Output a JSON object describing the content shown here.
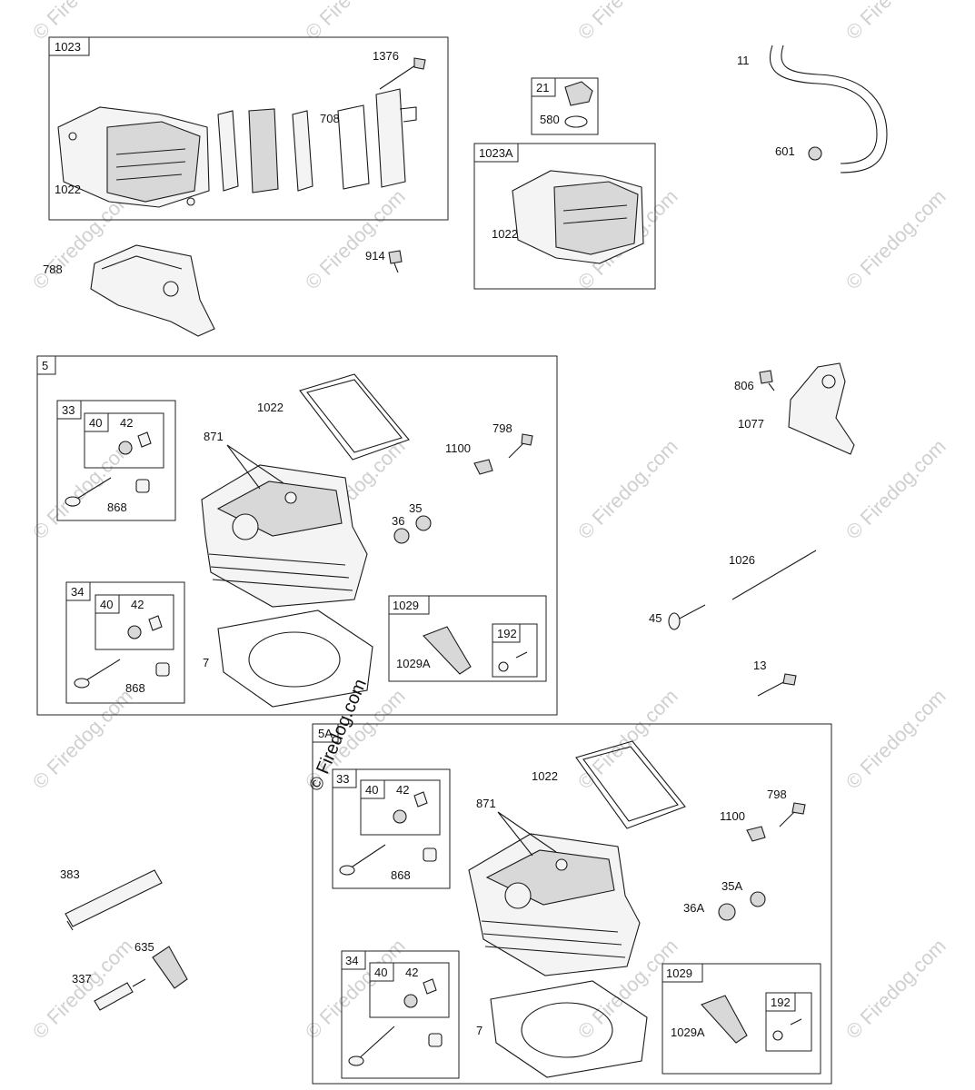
{
  "watermark": "© Firedog.com",
  "main_watermark": "© Firedog.com",
  "labels": {
    "box_1023": "1023",
    "p1376": "1376",
    "p708": "708",
    "p1022_a": "1022",
    "box_21": "21",
    "p580": "580",
    "box_1023A": "1023A",
    "p1022_b": "1022",
    "p11": "11",
    "p601": "601",
    "p788": "788",
    "p914": "914",
    "box_5": "5",
    "box_33_a": "33",
    "box_40_a": "40",
    "p42_a": "42",
    "p868_a": "868",
    "p1022_c": "1022",
    "p871_a": "871",
    "p798_a": "798",
    "p1100_a": "1100",
    "p35": "35",
    "p36": "36",
    "box_34_a": "34",
    "box_40_b": "40",
    "p42_b": "42",
    "p868_b": "868",
    "p7_a": "7",
    "box_1029_a": "1029",
    "box_192_a": "192",
    "p1029A_a": "1029A",
    "p806": "806",
    "p1077": "1077",
    "p1026": "1026",
    "p45": "45",
    "p13": "13",
    "box_5A": "5A",
    "box_33_b": "33",
    "box_40_c": "40",
    "p42_c": "42",
    "p868_c": "868",
    "p1022_d": "1022",
    "p871_b": "871",
    "p798_b": "798",
    "p1100_b": "1100",
    "p35A": "35A",
    "p36A": "36A",
    "box_34_b": "34",
    "box_40_d": "40",
    "p42_d": "42",
    "p7_b": "7",
    "box_1029_b": "1029",
    "box_192_b": "192",
    "p1029A_b": "1029A",
    "p383": "383",
    "p635": "635",
    "p337": "337"
  }
}
